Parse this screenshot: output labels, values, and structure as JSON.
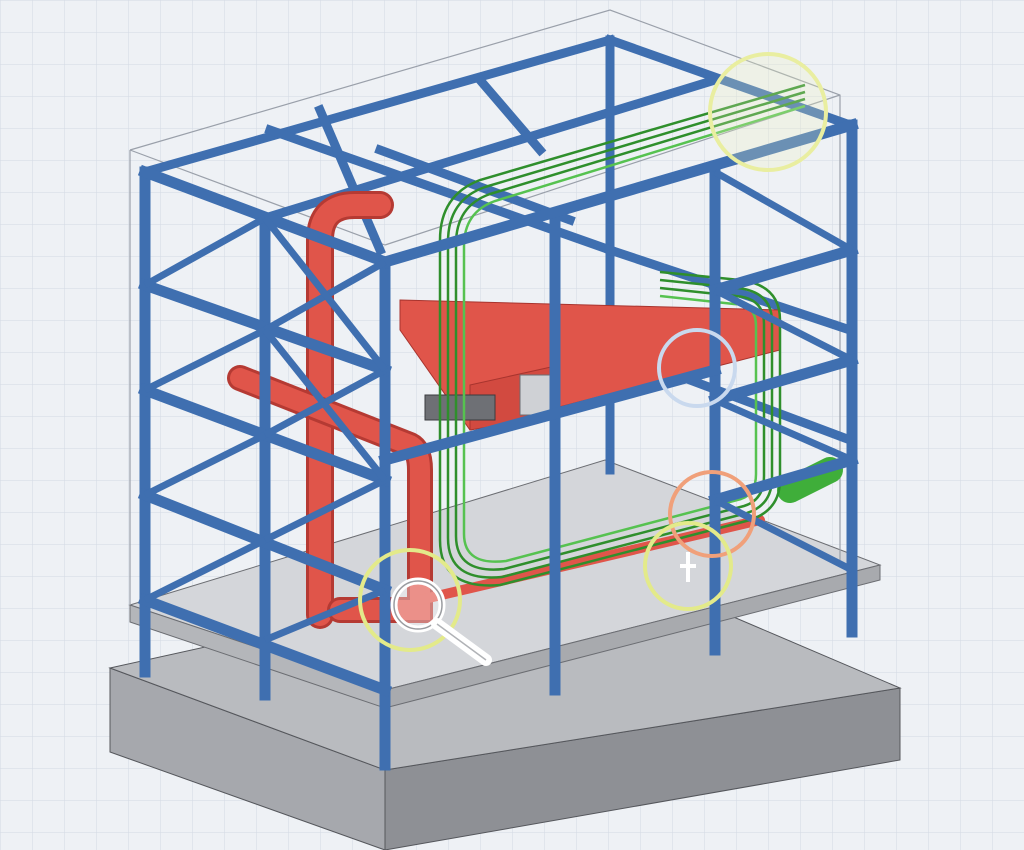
{
  "colors": {
    "background": "#eef1f5",
    "grid": "#cfd6e2",
    "steel_frame": "#3f6fb0",
    "steel_frame_dark": "#2a4f86",
    "pipe": "#e0554a",
    "pipe_dark": "#b53a33",
    "cable": "#3fae3a",
    "concrete": "#9c9ea3",
    "platform": "#c4c6cb",
    "highlight_yellow": "#e9eea0",
    "highlight_blue": "#c9d9ee",
    "highlight_orange": "#f0a07a"
  },
  "icons": [
    "magnifier-icon",
    "focus-marker-icon"
  ],
  "markers": [
    {
      "name": "cable-entry-marker",
      "color": "highlight_yellow"
    },
    {
      "name": "duct-hanger-marker",
      "color": "highlight_blue"
    },
    {
      "name": "cable-bend-marker",
      "color": "highlight_orange"
    },
    {
      "name": "cable-support-marker",
      "color": "highlight_yellow"
    },
    {
      "name": "pipe-elbow-marker",
      "color": "highlight_yellow"
    }
  ]
}
